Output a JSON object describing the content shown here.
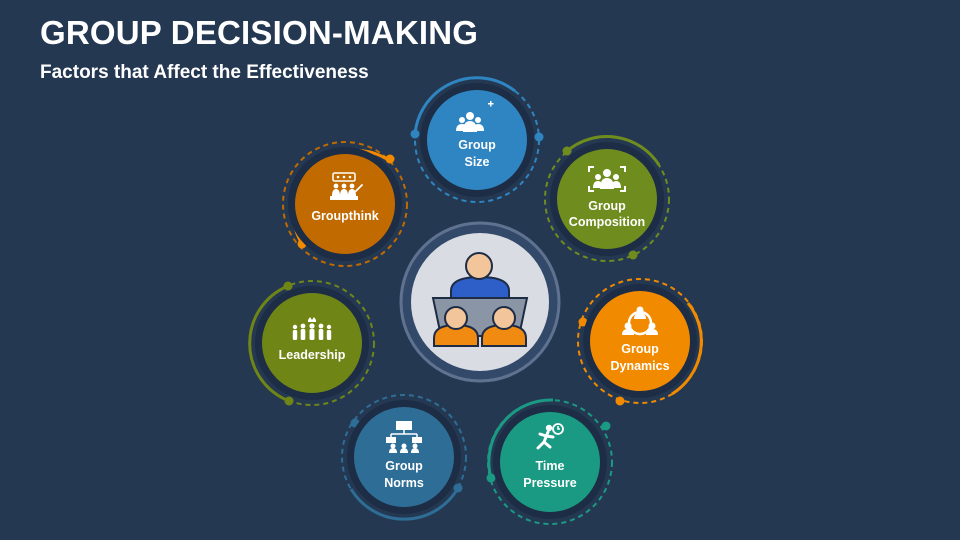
{
  "title": "GROUP DECISION-MAKING",
  "subtitle": "Factors that Affect the Effectiveness",
  "colors": {
    "background": "#253852",
    "group_size": "#2f85c1",
    "group_composition": "#6f8c1e",
    "group_dynamics": "#f28a00",
    "time_pressure": "#1a9a82",
    "group_norms": "#2e6d96",
    "leadership": "#6f8616",
    "groupthink": "#c06a00",
    "center": "#d9dde3"
  },
  "center": {
    "icon": "meeting-people-icon"
  },
  "factors": [
    {
      "id": "group-size",
      "line1": "Group",
      "line2": "Size",
      "icon": "group-add-icon"
    },
    {
      "id": "group-composition",
      "line1": "Group",
      "line2": "Composition",
      "icon": "team-frame-icon"
    },
    {
      "id": "group-dynamics",
      "line1": "Group",
      "line2": "Dynamics",
      "icon": "network-people-icon"
    },
    {
      "id": "time-pressure",
      "line1": "Time",
      "line2": "Pressure",
      "icon": "runner-clock-icon"
    },
    {
      "id": "group-norms",
      "line1": "Group",
      "line2": "Norms",
      "icon": "rules-hierarchy-icon"
    },
    {
      "id": "leadership",
      "line1": "Leadership",
      "line2": "",
      "icon": "crowned-team-icon"
    },
    {
      "id": "groupthink",
      "line1": "Groupthink",
      "line2": "",
      "icon": "presenter-audience-icon"
    }
  ]
}
